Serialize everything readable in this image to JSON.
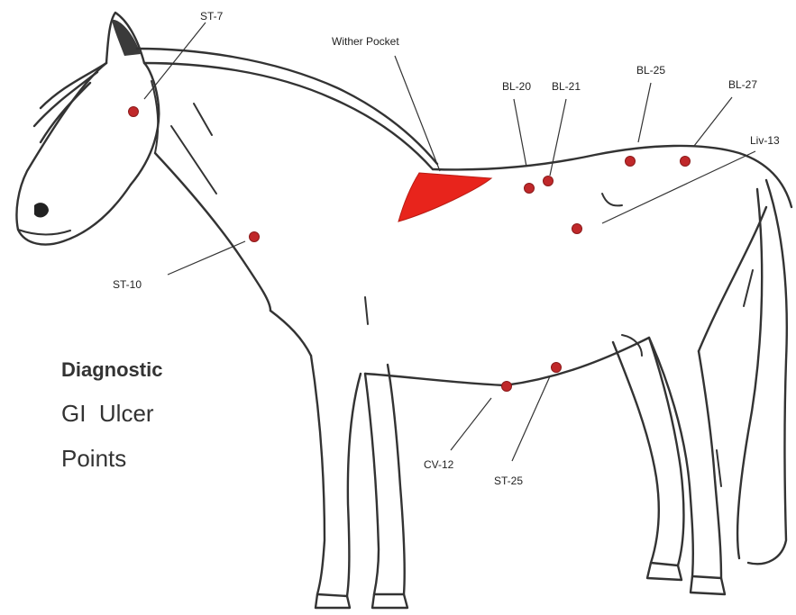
{
  "title": {
    "line1": "Diagnostic",
    "line2": "GI  Ulcer",
    "line3": "Points"
  },
  "colors": {
    "point": "#c0282a",
    "pocket": "#e8241c",
    "outline": "#333333"
  },
  "region_label": "Wither Pocket",
  "points": [
    {
      "id": "st-7",
      "label": "ST-7"
    },
    {
      "id": "st-10",
      "label": "ST-10"
    },
    {
      "id": "bl-20",
      "label": "BL-20"
    },
    {
      "id": "bl-21",
      "label": "BL-21"
    },
    {
      "id": "bl-25",
      "label": "BL-25"
    },
    {
      "id": "bl-27",
      "label": "BL-27"
    },
    {
      "id": "liv-13",
      "label": "Liv-13"
    },
    {
      "id": "cv-12",
      "label": "CV-12"
    },
    {
      "id": "st-25",
      "label": "ST-25"
    }
  ]
}
